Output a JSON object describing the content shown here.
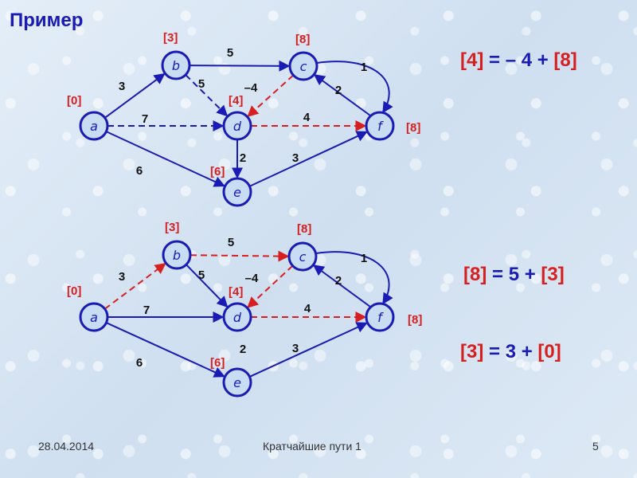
{
  "title": "Пример",
  "equations": [
    {
      "label": "[4]",
      "rest": " = – 4 + ",
      "ref": "[8]"
    },
    {
      "label": "[8]",
      "rest": " = 5 + ",
      "ref": "[3]"
    },
    {
      "label": "[3]",
      "rest": " = 3 + ",
      "ref": "[0]"
    }
  ],
  "footer": {
    "date": "28.04.2014",
    "caption": "Кратчайшие пути 1",
    "page": "5"
  },
  "colors": {
    "node_fill": "#c8dcf4",
    "node_stroke": "#1a1ab4",
    "edge_blue": "#1a1ab4",
    "edge_red": "#d62020",
    "label_red": "#d62020"
  },
  "graphs": [
    {
      "nodes": [
        {
          "id": "a",
          "label": "a",
          "potential": "[0]"
        },
        {
          "id": "b",
          "label": "b",
          "potential": "[3]"
        },
        {
          "id": "c",
          "label": "c",
          "potential": "[8]"
        },
        {
          "id": "d",
          "label": "d",
          "potential": "[4]"
        },
        {
          "id": "e",
          "label": "e",
          "potential": "[6]"
        },
        {
          "id": "f",
          "label": "f",
          "potential": "[8]"
        }
      ],
      "edges": [
        {
          "from": "a",
          "to": "b",
          "weight": "3",
          "style": "solid"
        },
        {
          "from": "a",
          "to": "d",
          "weight": "7",
          "style": "blue-dashed"
        },
        {
          "from": "a",
          "to": "e",
          "weight": "6",
          "style": "solid"
        },
        {
          "from": "b",
          "to": "c",
          "weight": "5",
          "style": "solid"
        },
        {
          "from": "b",
          "to": "d",
          "weight": "5",
          "style": "blue-dashed"
        },
        {
          "from": "c",
          "to": "d",
          "weight": "–4",
          "style": "red-dashed"
        },
        {
          "from": "c",
          "to": "f",
          "weight": "1",
          "style": "solid"
        },
        {
          "from": "f",
          "to": "c",
          "weight": "2",
          "style": "solid"
        },
        {
          "from": "d",
          "to": "f",
          "weight": "4",
          "style": "red-dashed"
        },
        {
          "from": "d",
          "to": "e",
          "weight": "2",
          "style": "solid"
        },
        {
          "from": "e",
          "to": "f",
          "weight": "3",
          "style": "solid"
        }
      ]
    },
    {
      "nodes": [
        {
          "id": "a",
          "label": "a",
          "potential": "[0]"
        },
        {
          "id": "b",
          "label": "b",
          "potential": "[3]"
        },
        {
          "id": "c",
          "label": "c",
          "potential": "[8]"
        },
        {
          "id": "d",
          "label": "d",
          "potential": "[4]"
        },
        {
          "id": "e",
          "label": "e",
          "potential": "[6]"
        },
        {
          "id": "f",
          "label": "f",
          "potential": "[8]"
        }
      ],
      "edges": [
        {
          "from": "a",
          "to": "b",
          "weight": "3",
          "style": "red-dashed"
        },
        {
          "from": "a",
          "to": "d",
          "weight": "7",
          "style": "solid"
        },
        {
          "from": "a",
          "to": "e",
          "weight": "6",
          "style": "solid"
        },
        {
          "from": "b",
          "to": "c",
          "weight": "5",
          "style": "red-dashed"
        },
        {
          "from": "b",
          "to": "d",
          "weight": "5",
          "style": "solid"
        },
        {
          "from": "c",
          "to": "d",
          "weight": "–4",
          "style": "red-dashed"
        },
        {
          "from": "c",
          "to": "f",
          "weight": "1",
          "style": "solid"
        },
        {
          "from": "f",
          "to": "c",
          "weight": "2",
          "style": "solid"
        },
        {
          "from": "d",
          "to": "f",
          "weight": "4",
          "style": "red-dashed"
        },
        {
          "from": "d",
          "to": "e",
          "weight": "2",
          "style": "none"
        },
        {
          "from": "e",
          "to": "f",
          "weight": "3",
          "style": "solid"
        }
      ]
    }
  ]
}
